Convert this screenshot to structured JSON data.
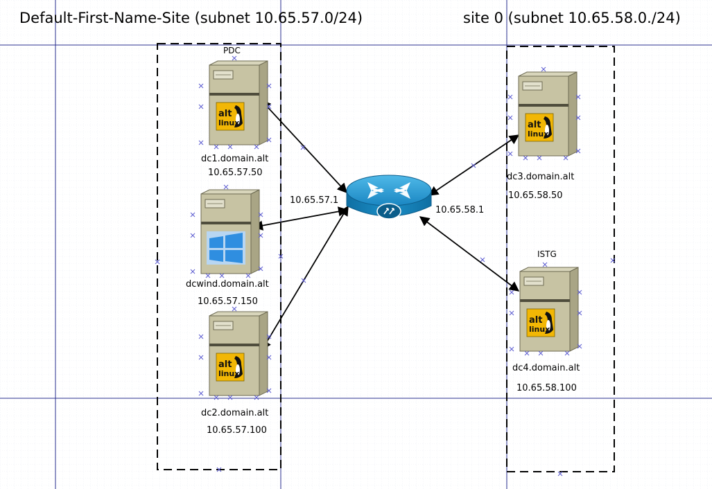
{
  "site_left": {
    "title": "Default-First-Name-Site (subnet 10.65.57.0/24)"
  },
  "site_right": {
    "title": "site 0 (subnet 10.65.58.0./24)"
  },
  "router": {
    "left_ip": "10.65.57.1",
    "right_ip": "10.65.58.1"
  },
  "servers": [
    {
      "id": "dc1",
      "role": "PDC",
      "name": "dc1.domain.alt",
      "ip": "10.65.57.50",
      "os": "altlinux"
    },
    {
      "id": "dcwind",
      "role": "",
      "name": "dcwind.domain.alt",
      "ip": "10.65.57.150",
      "os": "windows"
    },
    {
      "id": "dc2",
      "role": "",
      "name": "dc2.domain.alt",
      "ip": "10.65.57.100",
      "os": "altlinux"
    },
    {
      "id": "dc3",
      "role": "",
      "name": "dc3.domain.alt",
      "ip": "10.65.58.50",
      "os": "altlinux"
    },
    {
      "id": "dc4",
      "role": "ISTG",
      "name": "dc4.domain.alt",
      "ip": "10.65.58.100",
      "os": "altlinux"
    }
  ],
  "logo": {
    "line1": "alt",
    "line2": "linux"
  },
  "colors": {
    "server_body": "#c7c3a3",
    "server_edge": "#6d6a52",
    "router_blue": "#1c8fc7",
    "logo_bg": "#f2b705",
    "windows_blue": "#2f8ee0",
    "grid_major": "#2a2f8f",
    "grid_minor": "#c8d2e8",
    "connector_mark": "#5a5ad0"
  }
}
